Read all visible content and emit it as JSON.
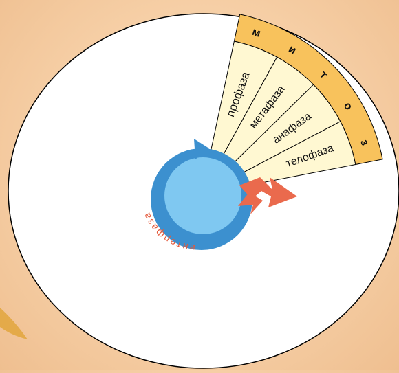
{
  "diagram": {
    "outer_label_letters": [
      "м",
      "и",
      "т",
      "о",
      "з"
    ],
    "phase_labels": [
      "профаза",
      "метафаза",
      "анафаза",
      "телофаза"
    ],
    "interphase_label": "интерфаза",
    "colors": {
      "outer_band": "#f8c25c",
      "phase_sectors": "#fff8d2",
      "ring": "#3c90cf",
      "core": "#7fc8f1",
      "arrow": "#ea6a4d",
      "letters": "#111111",
      "interphase_text": "#e45a3c"
    },
    "icons": [
      "interphase-cycle-arrow-icon",
      "division-split-arrows-icon",
      "corner-leaf-decoration-icon"
    ]
  }
}
